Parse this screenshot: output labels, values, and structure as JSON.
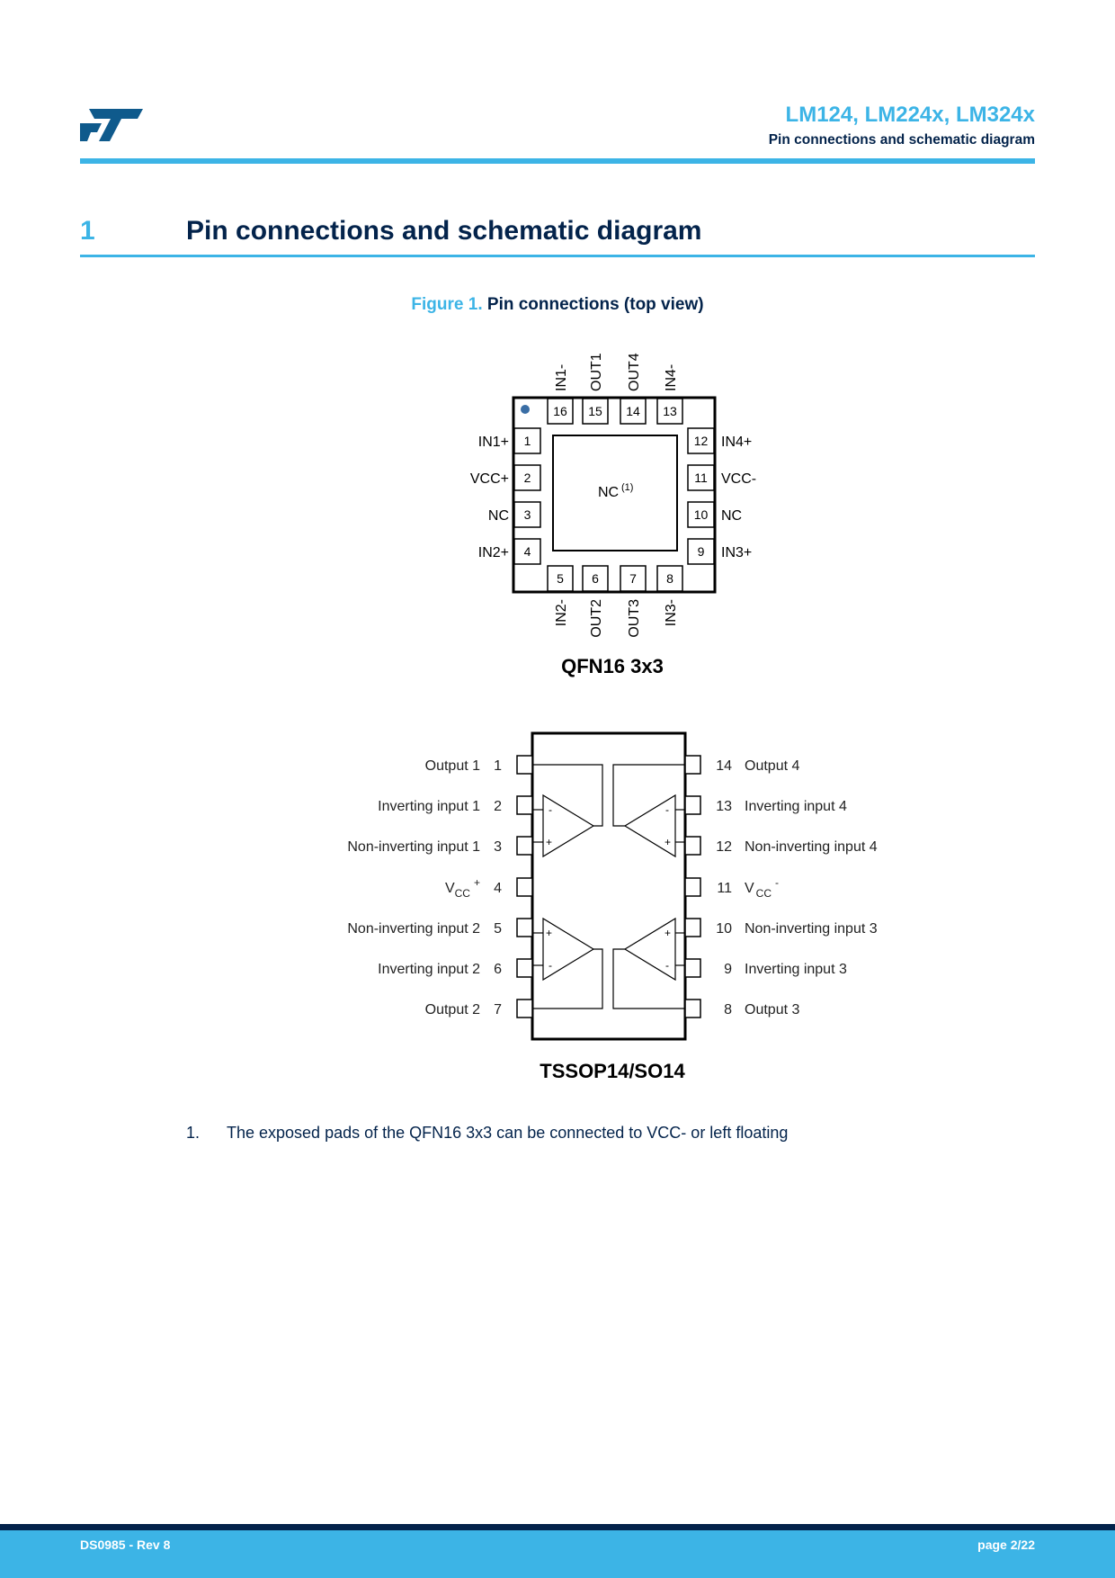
{
  "header": {
    "title": "LM124, LM224x, LM324x",
    "subtitle": "Pin connections and schematic diagram",
    "logo_icon": "st-logo-icon"
  },
  "section": {
    "number": "1",
    "title": "Pin connections and schematic diagram"
  },
  "figure": {
    "number": "Figure 1.",
    "caption": "Pin connections (top view)"
  },
  "qfn": {
    "package_label": "QFN16 3x3",
    "center_label": "NC",
    "center_sup": "(1)",
    "left_pins": [
      {
        "num": "1",
        "name": "IN1+"
      },
      {
        "num": "2",
        "name": "VCC+"
      },
      {
        "num": "3",
        "name": "NC"
      },
      {
        "num": "4",
        "name": "IN2+"
      }
    ],
    "bottom_pins": [
      {
        "num": "5",
        "name": "IN2-"
      },
      {
        "num": "6",
        "name": "OUT2"
      },
      {
        "num": "7",
        "name": "OUT3"
      },
      {
        "num": "8",
        "name": "IN3-"
      }
    ],
    "right_pins": [
      {
        "num": "9",
        "name": "IN3+"
      },
      {
        "num": "10",
        "name": "NC"
      },
      {
        "num": "11",
        "name": "VCC-"
      },
      {
        "num": "12",
        "name": "IN4+"
      }
    ],
    "top_pins": [
      {
        "num": "13",
        "name": "IN4-"
      },
      {
        "num": "14",
        "name": "OUT4"
      },
      {
        "num": "15",
        "name": "OUT1"
      },
      {
        "num": "16",
        "name": "IN1-"
      }
    ]
  },
  "tssop": {
    "package_label": "TSSOP14/SO14",
    "left_pins": [
      {
        "num": "1",
        "name": "Output 1"
      },
      {
        "num": "2",
        "name": "Inverting input 1"
      },
      {
        "num": "3",
        "name": "Non-inverting input 1"
      },
      {
        "num": "4",
        "name": "V",
        "sub": "CC",
        "sup": "+"
      },
      {
        "num": "5",
        "name": "Non-inverting input 2"
      },
      {
        "num": "6",
        "name": "Inverting input 2"
      },
      {
        "num": "7",
        "name": "Output 2"
      }
    ],
    "right_pins": [
      {
        "num": "14",
        "name": "Output 4"
      },
      {
        "num": "13",
        "name": "Inverting input 4"
      },
      {
        "num": "12",
        "name": "Non-inverting input 4"
      },
      {
        "num": "11",
        "name": "V",
        "sub": "CC",
        "sup": "-"
      },
      {
        "num": "10",
        "name": "Non-inverting input 3"
      },
      {
        "num": "9",
        "name": "Inverting input 3"
      },
      {
        "num": "8",
        "name": "Output 3"
      }
    ],
    "opamp_minus": "-",
    "opamp_plus": "+"
  },
  "note": {
    "number": "1.",
    "text": "The exposed pads of the QFN16 3x3 can be connected to VCC- or left floating"
  },
  "footer": {
    "left": "DS0985 - Rev 8",
    "right": "page 2/22"
  },
  "colors": {
    "accent": "#3cb4e6",
    "navy": "#03234b",
    "logo": "#0f5a8c",
    "pin1_dot": "#3a6ea5"
  }
}
